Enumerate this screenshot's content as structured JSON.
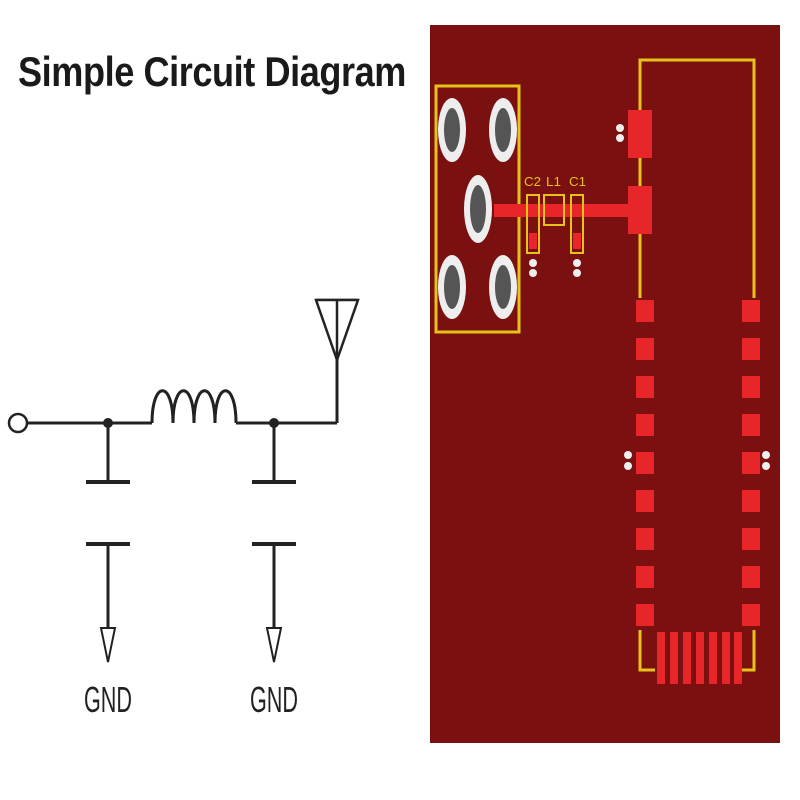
{
  "title": "Simple Circuit Diagram",
  "schematic": {
    "gnd_left": "GND",
    "gnd_right": "GND"
  },
  "pcb": {
    "labels": {
      "c2": "C2",
      "l1": "L1",
      "c1": "C1"
    }
  },
  "colors": {
    "board": "#7a1010",
    "copper": "#e8262a",
    "silkscreen": "#e6c21a",
    "pad_ring": "#eeeeee",
    "pad_hole": "#555555",
    "wire": "#222222"
  }
}
